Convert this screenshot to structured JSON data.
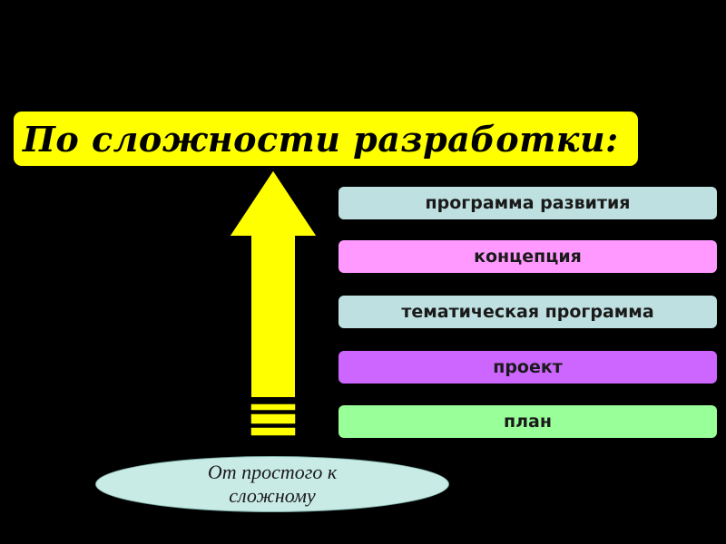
{
  "title": "По сложности разработки:",
  "levels": [
    {
      "label": "программа развития",
      "color": "#bfe0e0"
    },
    {
      "label": "концепция",
      "color": "#ff99ff"
    },
    {
      "label": "тематическая программа",
      "color": "#bfe0e0"
    },
    {
      "label": "проект",
      "color": "#cc66ff"
    },
    {
      "label": "план",
      "color": "#99ff99"
    }
  ],
  "direction_label": "От простого к сложному",
  "colors": {
    "background": "#000000",
    "title_fill": "#ffff00",
    "arrow_fill": "#ffff00",
    "ellipse_fill": "#c9ebe6"
  },
  "icons": {
    "arrow": "up-arrow-icon"
  }
}
